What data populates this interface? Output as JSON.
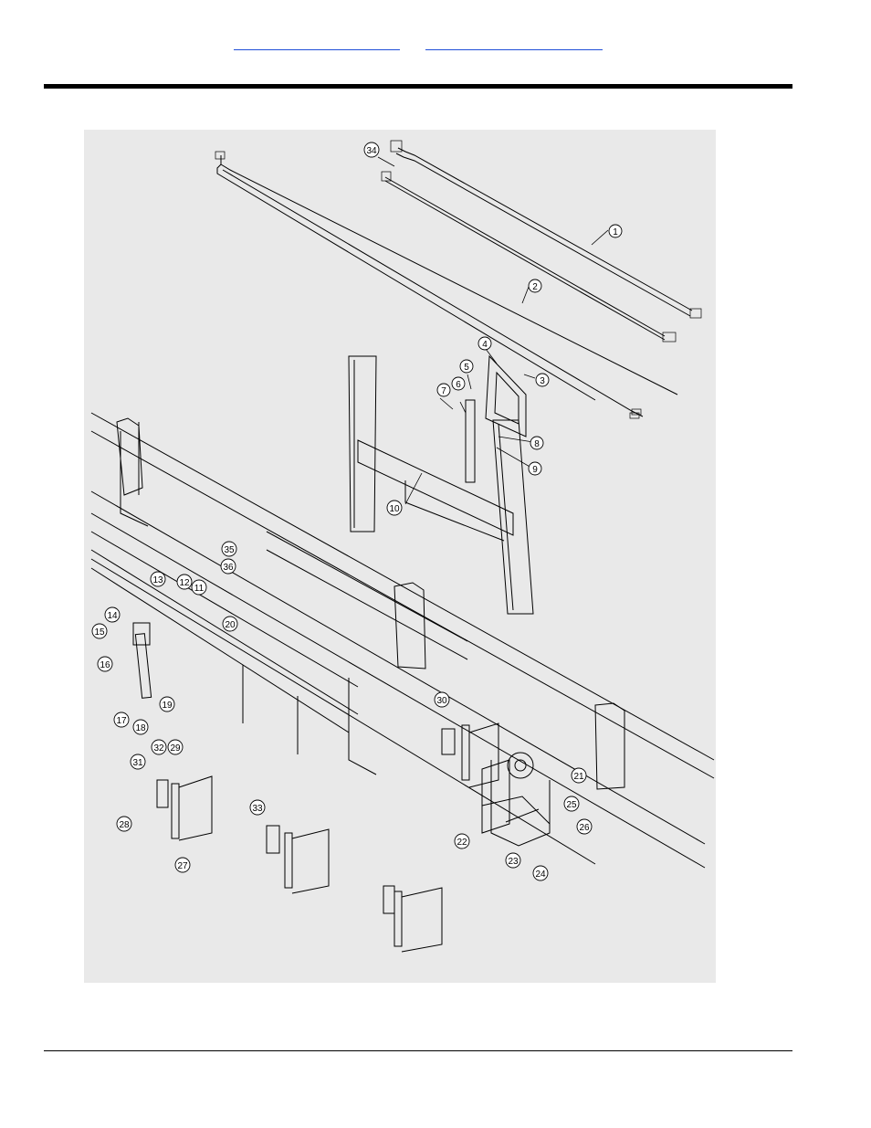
{
  "header": {
    "link_left": "",
    "link_right": ""
  },
  "figure": {
    "callouts": [
      "1",
      "2",
      "3",
      "4",
      "5",
      "6",
      "7",
      "8",
      "9",
      "10",
      "11",
      "12",
      "13",
      "14",
      "15",
      "16",
      "17",
      "18",
      "19",
      "20",
      "21",
      "22",
      "23",
      "24",
      "25",
      "26",
      "27",
      "28",
      "29",
      "30",
      "31",
      "32",
      "33",
      "34",
      "35",
      "36"
    ]
  },
  "colors": {
    "link": "#1f4fd8",
    "rule": "#000000",
    "figure_bg": "#e9e9e9"
  }
}
